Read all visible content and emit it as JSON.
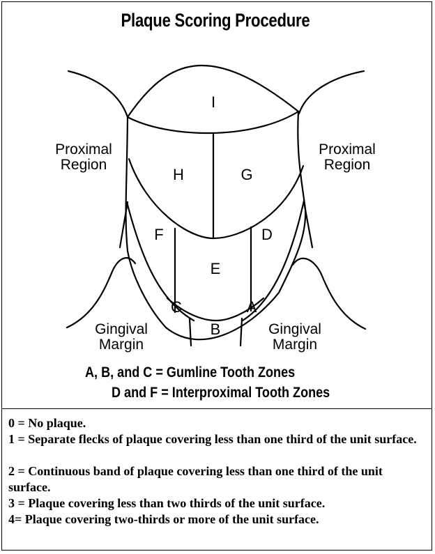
{
  "title": "Plaque Scoring Procedure",
  "zones": {
    "a": "A",
    "b": "B",
    "c": "C",
    "d": "D",
    "e": "E",
    "f": "F",
    "g": "G",
    "h": "H",
    "i": "I"
  },
  "regions": {
    "proximal_left": [
      "Proximal",
      "Region"
    ],
    "proximal_right": [
      "Proximal",
      "Region"
    ],
    "gingival_left": [
      "Gingival",
      "Margin"
    ],
    "gingival_right": [
      "Gingival",
      "Margin"
    ]
  },
  "legend": [
    "A, B, and C = Gumline Tooth Zones",
    "D and F = Interproximal Tooth Zones"
  ],
  "scores": [
    "0 = No plaque.",
    "1 = Separate flecks of plaque covering less than one third of the unit surface.",
    "2 = Continuous band of plaque covering less than one third of the unit surface.",
    "3 = Plaque covering less than two thirds of the unit surface.",
    "4= Plaque covering two-thirds or more of the unit surface."
  ]
}
